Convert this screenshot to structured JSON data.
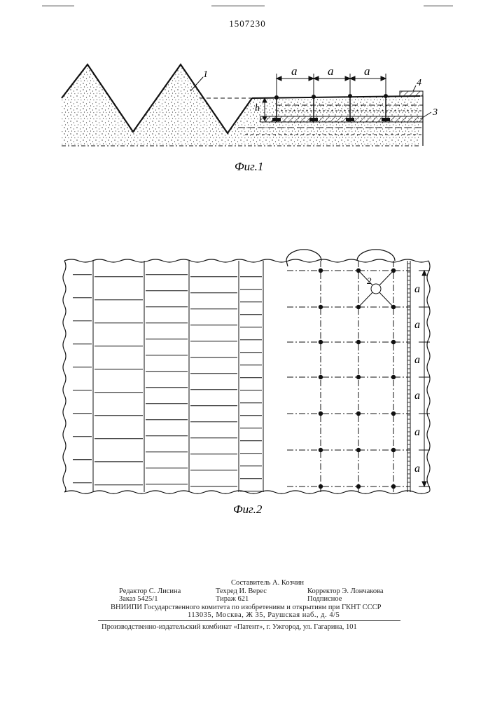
{
  "patent_number": "1507230",
  "figures": [
    {
      "caption": "Фиг.1",
      "labels": {
        "dimension_a": "a",
        "height": "h",
        "ref_1": "1",
        "ref_3": "3",
        "ref_4": "4"
      }
    },
    {
      "caption": "Фиг.2",
      "labels": {
        "dimension_a": "a",
        "ref_2": "2"
      }
    }
  ],
  "footer": {
    "compiler": "Составитель А. Козчин",
    "editor": "Редактор С. Лисина",
    "tech_editor": "Техред И. Верес",
    "proofreader": "Корректор Э. Лончакова",
    "order": "Заказ 5425/1",
    "print_run": "Тираж 621",
    "subscription": "Подписное",
    "institute": "ВНИИПИ Государственного комитета по изобретениям и открытиям при ГКНТ СССР",
    "address": "113035, Москва, Ж 35, Раушская наб., д. 4/5",
    "printer": "Производственно-издательский комбинат «Патент», г. Ужгород, ул. Гагарина, 101"
  }
}
